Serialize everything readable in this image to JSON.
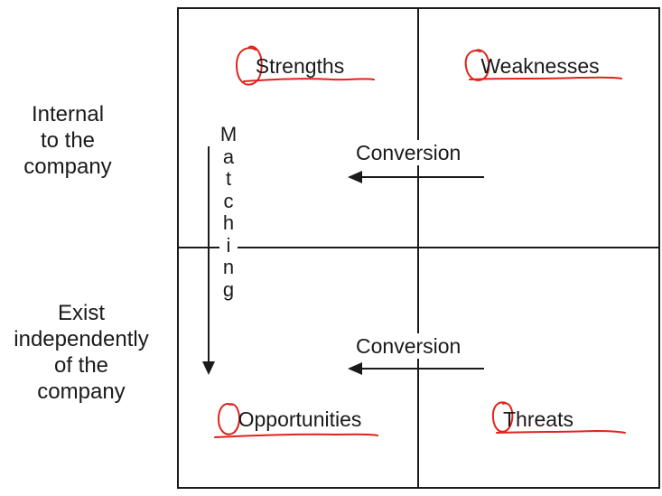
{
  "rows": {
    "internal": "Internal\nto the\ncompany",
    "external": "Exist\nindependently\nof the\ncompany"
  },
  "quadrants": {
    "strengths": "Strengths",
    "weaknesses": "Weaknesses",
    "opportunities": "Opportunities",
    "threats": "Threats"
  },
  "arrows": {
    "conversion_top": "Conversion",
    "conversion_bottom": "Conversion",
    "matching": "Matching"
  },
  "colors": {
    "ink": "#1a1a1a",
    "annotation": "#e0231c"
  }
}
